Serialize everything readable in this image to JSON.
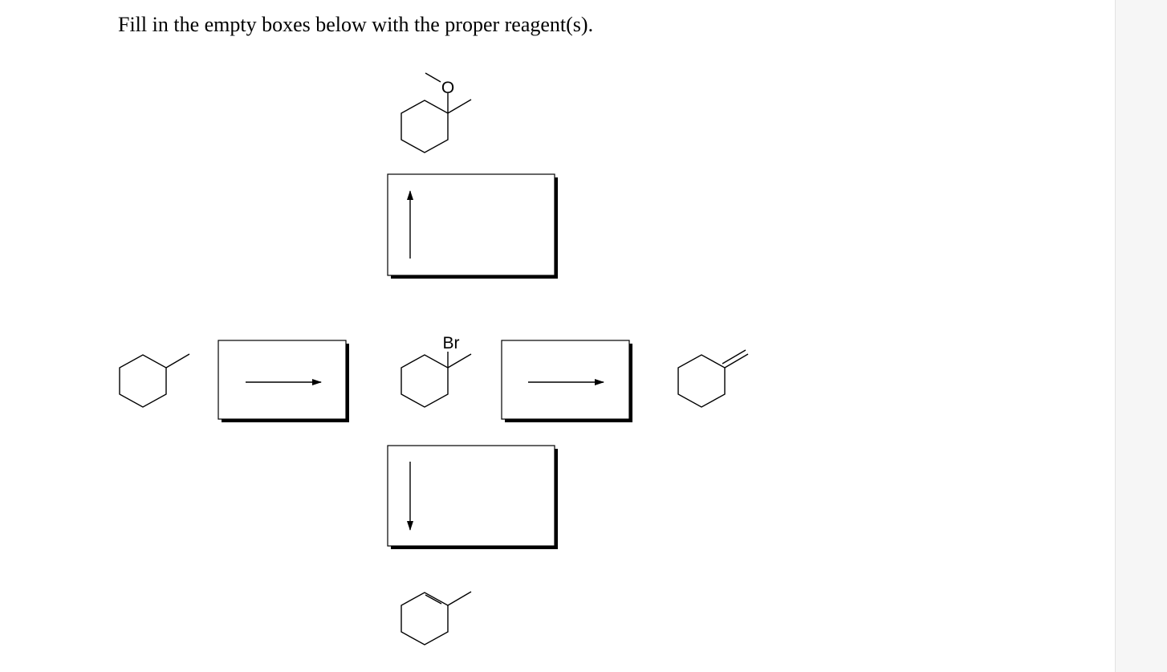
{
  "question": {
    "text": "Fill in the empty boxes below with the proper reagent(s)."
  },
  "structures": {
    "ether_product": {
      "atom_label": "O"
    },
    "bromide_center": {
      "atom_label": "Br"
    }
  }
}
